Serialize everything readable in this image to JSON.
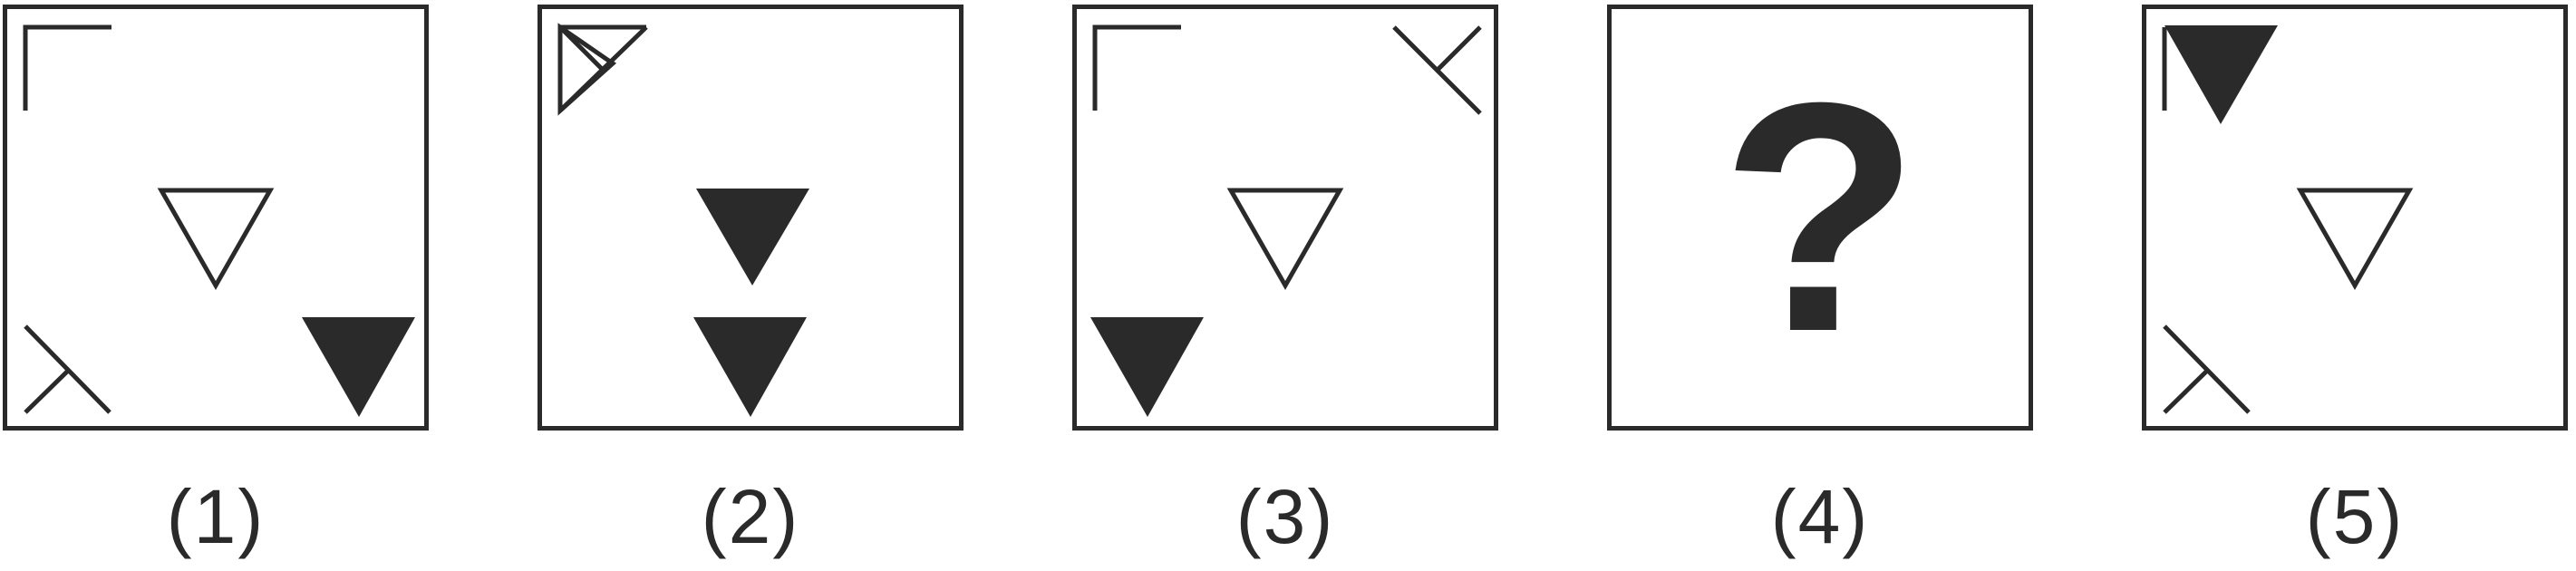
{
  "colors": {
    "ink": "#2a2a2a",
    "background": "#ffffff"
  },
  "panels": [
    {
      "caption": "(1)",
      "content": "figure"
    },
    {
      "caption": "(2)",
      "content": "figure"
    },
    {
      "caption": "(3)",
      "content": "figure"
    },
    {
      "caption": "(4)",
      "content": "question",
      "question_mark": "?"
    },
    {
      "caption": "(5)",
      "content": "figure"
    }
  ]
}
